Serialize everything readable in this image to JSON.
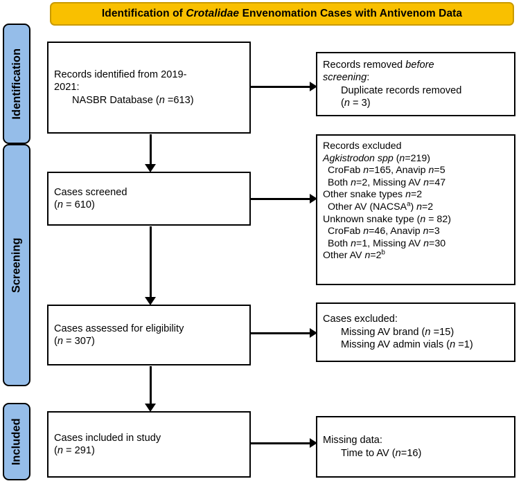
{
  "header": {
    "title_pre": "Identification of ",
    "title_italic": "Crotalidae",
    "title_post": " Envenomation Cases with Antivenom Data",
    "background_color": "#f9c000",
    "border_color": "#c99a00"
  },
  "bands": {
    "color": "#95bde9",
    "items": [
      {
        "id": "identification",
        "label": "Identification"
      },
      {
        "id": "screening",
        "label": "Screening"
      },
      {
        "id": "included",
        "label": "Included"
      }
    ]
  },
  "boxes": {
    "identified": {
      "line1": "Records identified from 2019-",
      "line2": "2021:",
      "line3_pre": "NASBR Database (",
      "line3_italic": "n",
      "line3_post": " =613)"
    },
    "removed": {
      "line1_pre": "Records removed ",
      "line1_italic": "before",
      "line2_italic": "screening",
      "line2_post": ":",
      "line3": "Duplicate records removed",
      "line4_pre": "(",
      "line4_italic": "n",
      "line4_post": " = 3)"
    },
    "screened": {
      "line1": "Cases screened",
      "line2_pre": "(",
      "line2_italic": "n",
      "line2_post": " = 610)"
    },
    "excluded_records": {
      "title": "Records excluded",
      "rows": [
        {
          "italic_lead": "Agkistrodon spp",
          "pre": " (",
          "italic_n": "n",
          "post": "=219)",
          "indent": false
        },
        {
          "pre": "CroFab ",
          "italic_n": "n",
          "post": "=165, Anavip ",
          "italic_n2": "n",
          "post2": "=5",
          "indent": true
        },
        {
          "pre": "Both ",
          "italic_n": "n",
          "post": "=2, Missing AV ",
          "italic_n2": "n",
          "post2": "=47",
          "indent": true
        },
        {
          "pre": "Other snake types ",
          "italic_n": "n",
          "post": "=2",
          "indent": false
        },
        {
          "pre": "Other AV (NACSA",
          "sup": "a",
          "post": ") ",
          "italic_n": "n",
          "post2": "=2",
          "indent": true
        },
        {
          "pre": "Unknown snake type (",
          "italic_n": "n",
          "post": " = 82)",
          "indent": false
        },
        {
          "pre": "CroFab ",
          "italic_n": "n",
          "post": "=46, Anavip ",
          "italic_n2": "n",
          "post2": "=3",
          "indent": true
        },
        {
          "pre": "Both ",
          "italic_n": "n",
          "post": "=1, Missing AV ",
          "italic_n2": "n",
          "post2": "=30",
          "indent": true
        },
        {
          "pre": "Other AV ",
          "italic_n": "n",
          "post": "=2",
          "sup": "b",
          "indent": false
        }
      ]
    },
    "eligibility": {
      "line1": "Cases assessed for eligibility",
      "line2_pre": "(",
      "line2_italic": "n",
      "line2_post": " = 307)"
    },
    "cases_excluded": {
      "line1": "Cases excluded:",
      "line2_pre": "Missing AV brand (",
      "line2_italic": "n",
      "line2_post": " =15)",
      "line3_pre": "Missing AV admin vials (",
      "line3_italic": "n",
      "line3_post": " =1)"
    },
    "included": {
      "line1": "Cases included in study",
      "line2_pre": "(",
      "line2_italic": "n",
      "line2_post": " = 291)"
    },
    "missing_data": {
      "line1": "Missing data:",
      "line2_pre": "Time to AV (",
      "line2_italic": "n",
      "line2_post": "=16)"
    }
  }
}
